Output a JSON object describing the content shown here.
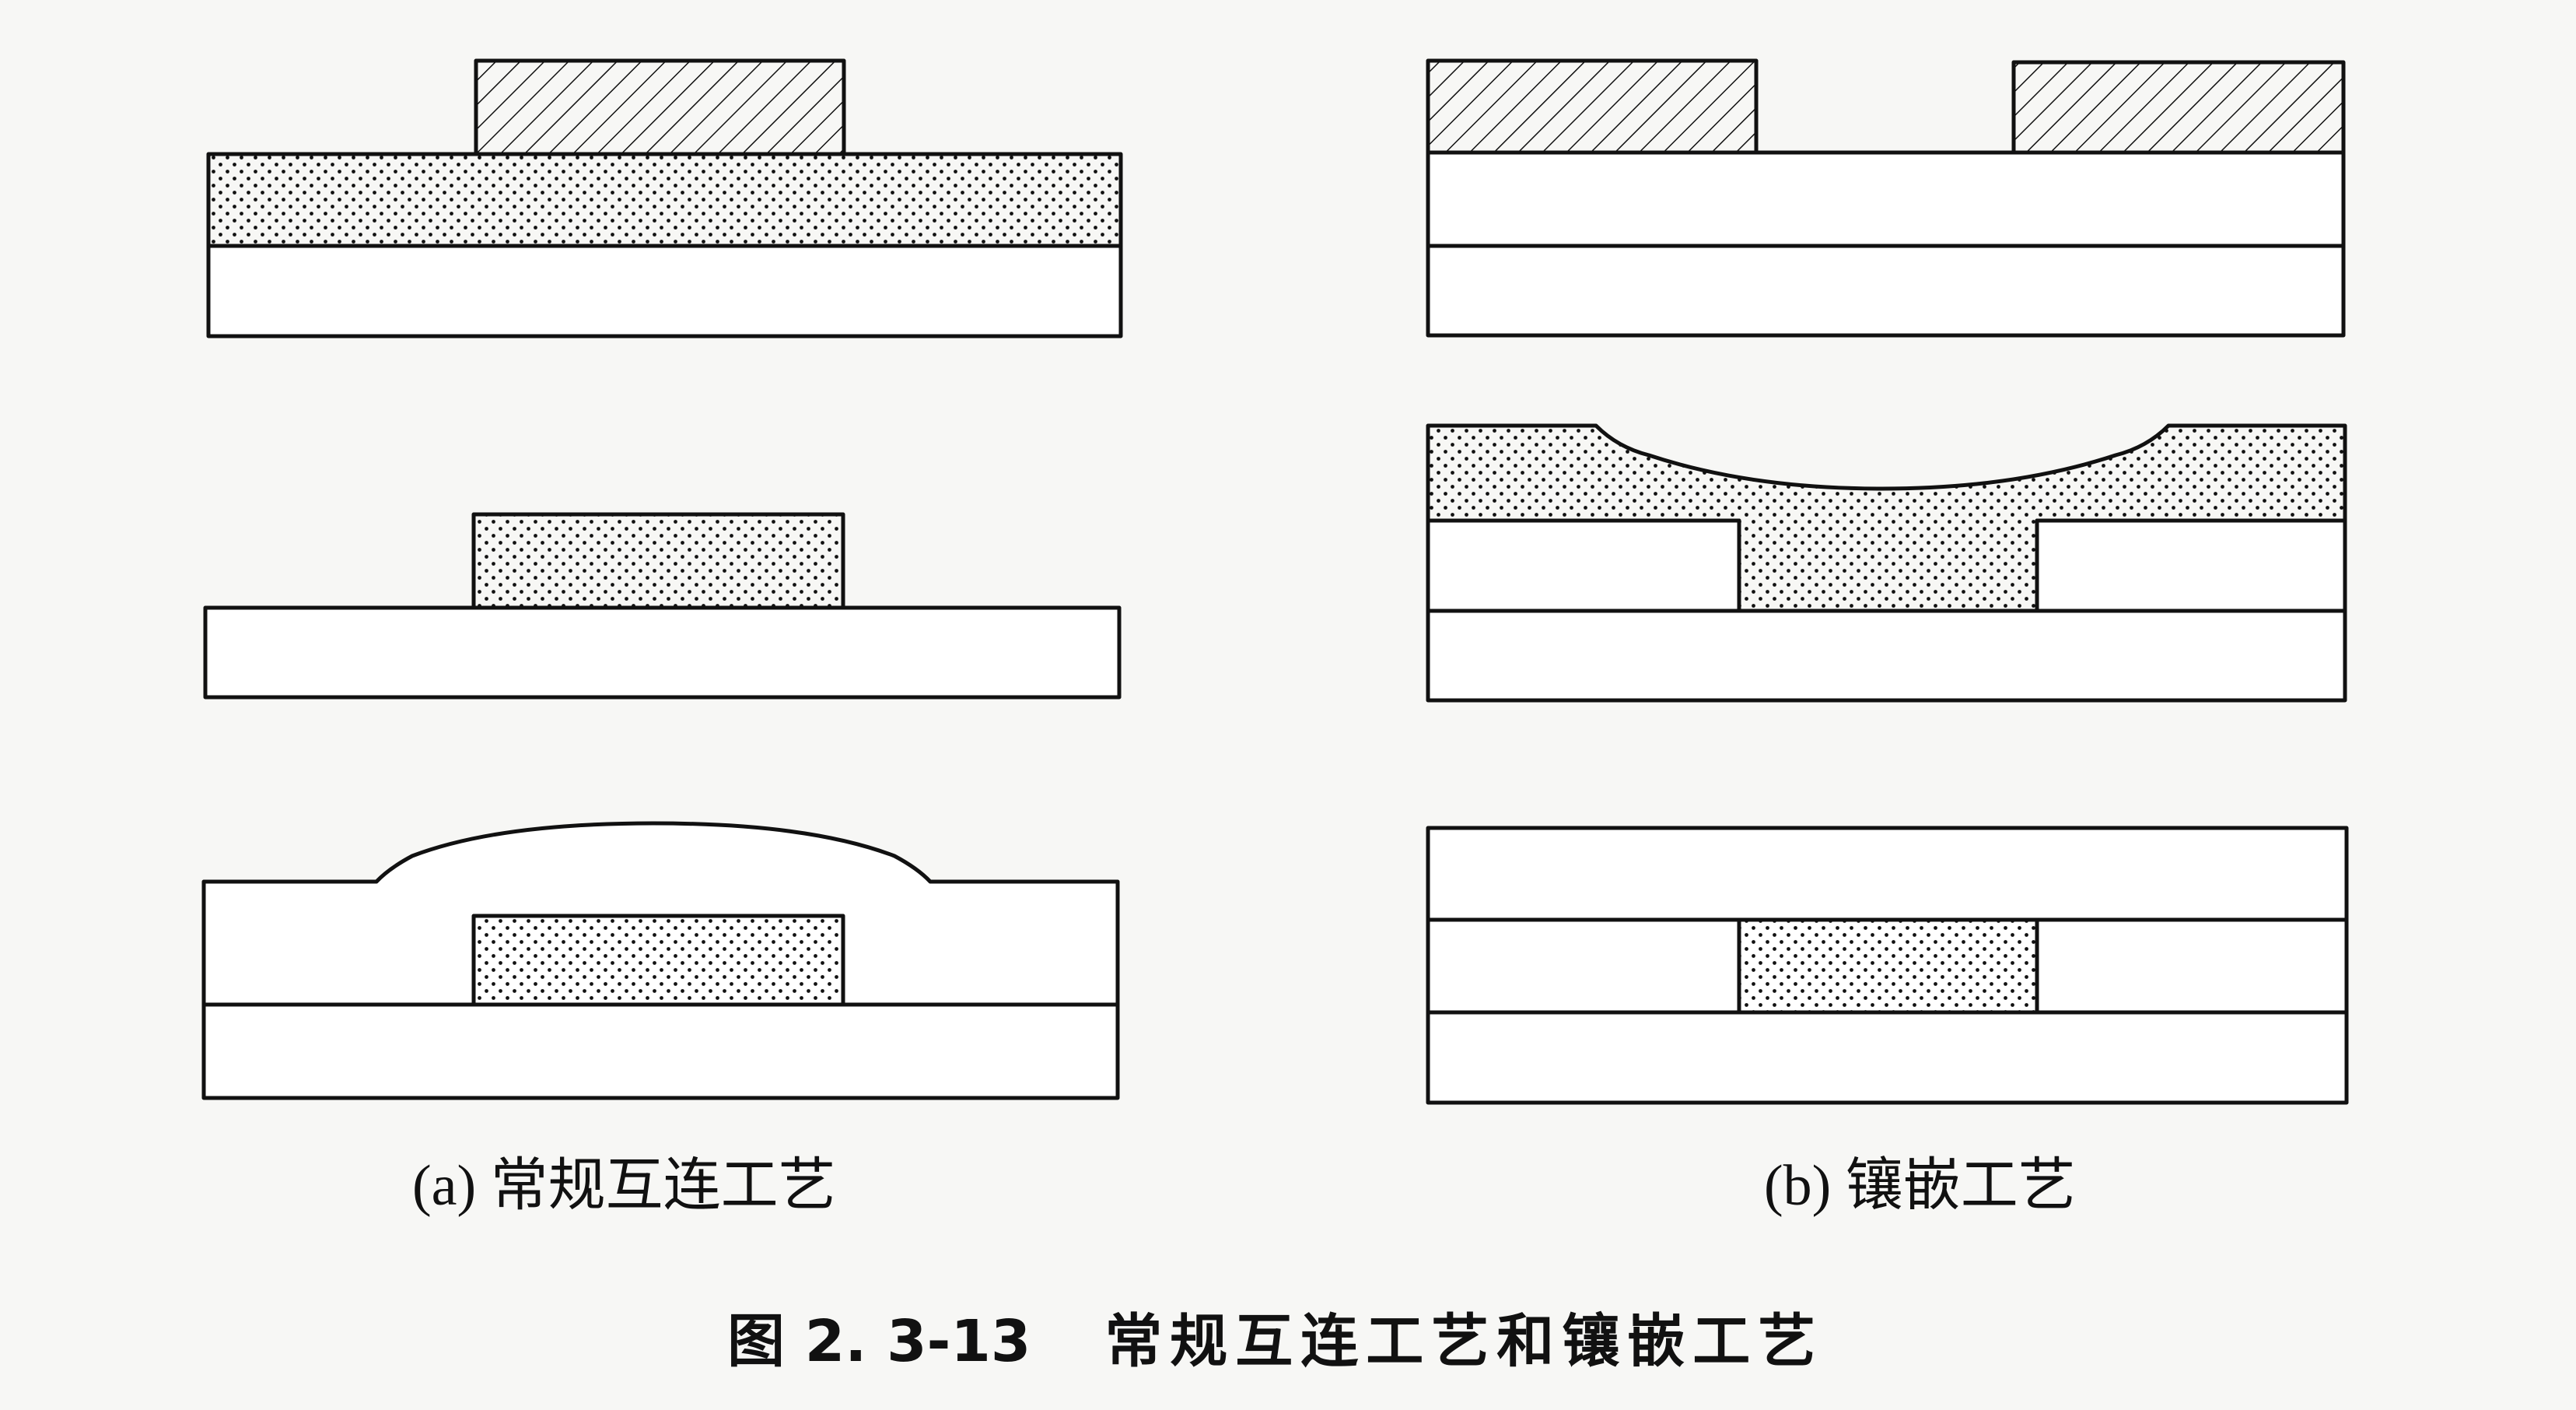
{
  "figure": {
    "caption_number": "图 2. 3-13",
    "caption_title": "常规互连工艺和镶嵌工艺",
    "panels": [
      {
        "id": "a",
        "label": "(a) 常规互连工艺",
        "steps": [
          "metal layer on substrate with patterned resist",
          "etched metal line on substrate",
          "dielectric deposited over metal line"
        ]
      },
      {
        "id": "b",
        "label": "(b) 镶嵌工艺",
        "steps": [
          "patterned resist on dielectric over substrate",
          "metal filling etched trench",
          "planarized inlaid metal with dielectric cap"
        ]
      }
    ]
  },
  "legend_patterns": {
    "photoresist": "diagonal-hatch",
    "metal": "dotted",
    "dielectric": "blank"
  },
  "colors": {
    "ink": "#111111",
    "paper": "#f7f7f5"
  }
}
